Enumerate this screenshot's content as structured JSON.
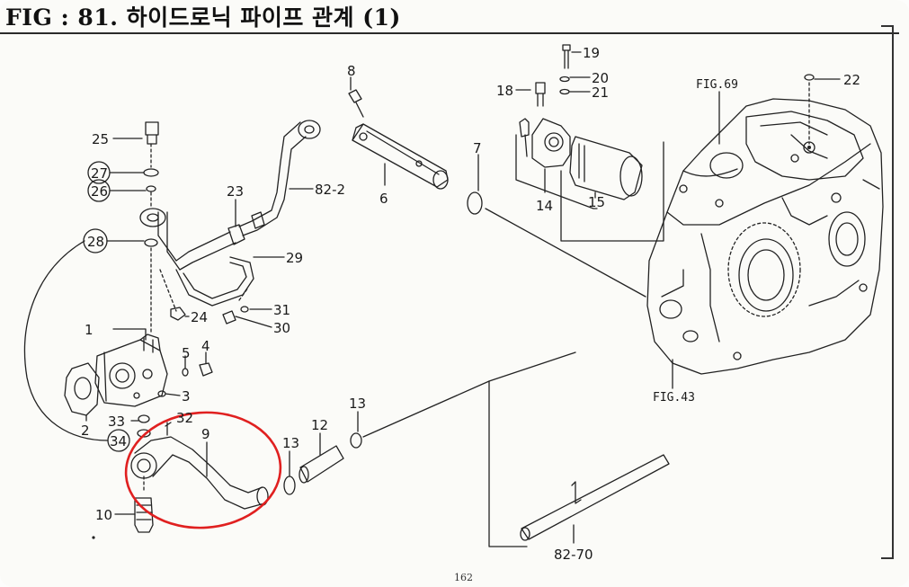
{
  "figure": {
    "title": "FIG : 81.  하이드로닉 파이프 관계 (1)",
    "page_number": "162"
  },
  "callouts": {
    "c1": "1",
    "c2": "2",
    "c3": "3",
    "c4": "4",
    "c5": "5",
    "c6": "6",
    "c7": "7",
    "c8": "8",
    "c9": "9",
    "c10": "10",
    "c12": "12",
    "c13a": "13",
    "c13b": "13",
    "c14": "14",
    "c15": "15",
    "c18": "18",
    "c19": "19",
    "c20": "20",
    "c21": "21",
    "c22": "22",
    "c23": "23",
    "c24": "24",
    "c25": "25",
    "c26": "26",
    "c27": "27",
    "c28": "28",
    "c29": "29",
    "c30": "30",
    "c31": "31",
    "c32": "32",
    "c33": "33",
    "c34": "34",
    "ref_82_2": "82-2",
    "ref_82_70": "82-70",
    "ref_fig69": "FIG.69",
    "ref_fig43": "FIG.43"
  },
  "highlight": {
    "shape": "ellipse",
    "color": "#e02020",
    "encloses_part": "9"
  }
}
